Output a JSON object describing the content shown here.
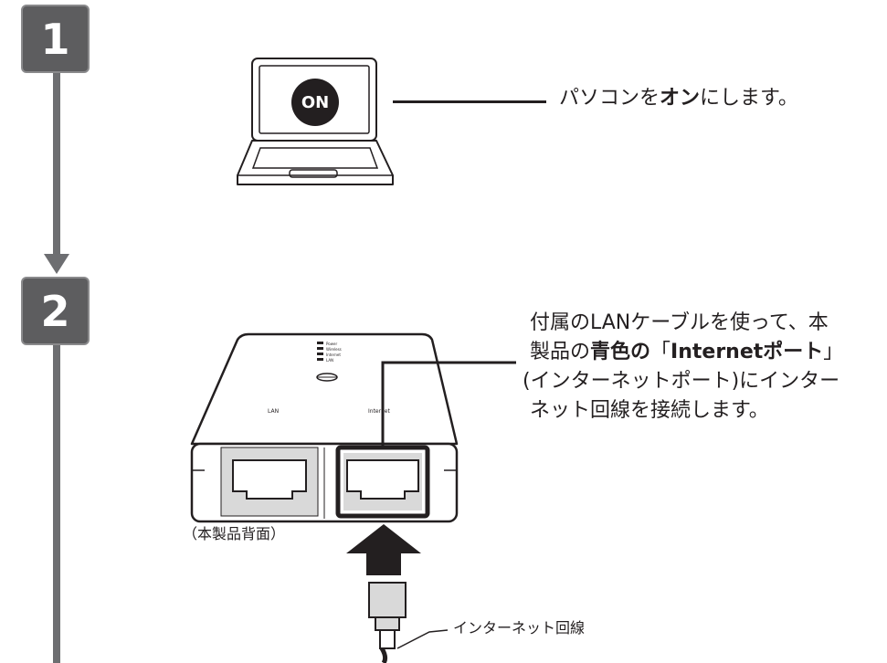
{
  "steps": {
    "one": {
      "number": "1"
    },
    "two": {
      "number": "2"
    }
  },
  "step1": {
    "on_badge": "ON",
    "instruction_pre": "パソコンを",
    "instruction_bold": "オン",
    "instruction_post": "にします。"
  },
  "step2": {
    "line1": "付属のLANケーブルを使って、本",
    "line2_pre": "製品の",
    "line2_bold1": "青色の",
    "line2_quote_open": "「",
    "line2_bold2": "Internetポート",
    "line2_quote_close": "」",
    "line3": "(インターネットポート)にインター",
    "line4": "ネット回線を接続します。",
    "device_caption": "（本製品背面）",
    "cable_label": "インターネット回線",
    "port_labels": {
      "lan": "LAN",
      "internet": "Internet"
    },
    "led_labels": [
      "Power",
      "Wireless",
      "Internet",
      "LAN"
    ]
  },
  "colors": {
    "step_box": "#5d5d5f",
    "flow_line": "#6d6e71",
    "ink": "#231f20",
    "port_fill": "#d9d9d9"
  },
  "icons": [
    "laptop-icon",
    "router-device-icon",
    "up-arrow-icon",
    "lan-cable-plug-icon"
  ]
}
